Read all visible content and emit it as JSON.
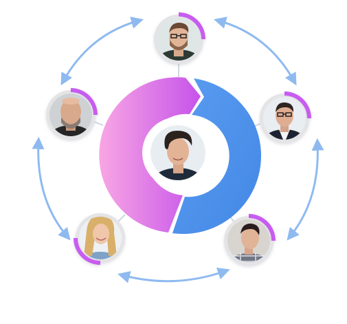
{
  "colors": {
    "arrow": "#8fbaf0",
    "ring_blue": "#4f94ea",
    "ring_pink_light": "#f8a6e4",
    "ring_pink_dark": "#c653ea",
    "avatar_ring_gray": "#e4e4e6",
    "avatar_ring_accent": "#c85cf0",
    "avatar_shadow": "#c9ccd3"
  },
  "icons": {
    "arrow": "double-headed-arc-arrow",
    "avatar": "person-photo-icon"
  },
  "people": [
    {
      "id": "top",
      "avatar": "man-glasses-beard",
      "accent": "#c85cf0"
    },
    {
      "id": "right",
      "avatar": "man-glasses-suit",
      "accent": "#c85cf0"
    },
    {
      "id": "bottom-right",
      "avatar": "young-man-plaid-shirt",
      "accent": "#c85cf0"
    },
    {
      "id": "bottom-left",
      "avatar": "woman-blonde-hair",
      "accent": "#c85cf0"
    },
    {
      "id": "left",
      "avatar": "bald-man-beard",
      "accent": "#c85cf0"
    },
    {
      "id": "center",
      "avatar": "young-man-dark-hair",
      "accent": "#ffffff"
    }
  ]
}
